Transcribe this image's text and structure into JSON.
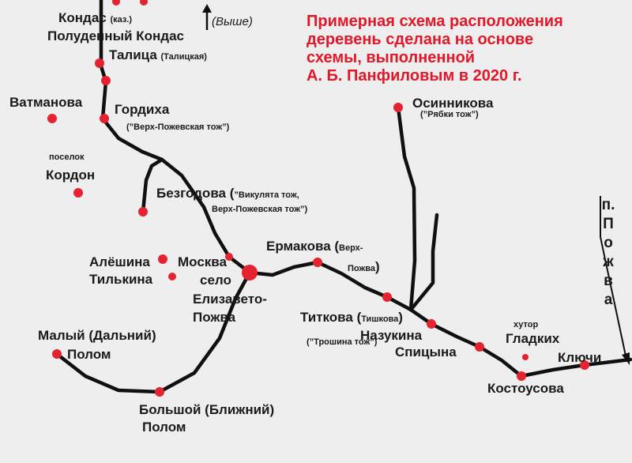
{
  "title": {
    "lines": [
      "Примерная схема расположения",
      "деревень сделана на основе",
      "схемы, выполненной",
      "А. Б. Панфиловым в 2020 г."
    ]
  },
  "north_indicator": {
    "text": "(Выше)",
    "icon": "north-arrow-icon"
  },
  "river": {
    "letters": [
      "п.",
      "П",
      "о",
      "ж",
      "в",
      "а"
    ],
    "icon": "river-arrow-icon"
  },
  "colors": {
    "title": "#e0182a",
    "dot": "#e52330",
    "road": "#101010"
  },
  "labels": {
    "kondas": "Кондас",
    "kondas_note": "(каз.)",
    "poludenny": "Полуденный Кондас",
    "talitsa": "Талица",
    "talitsa_note": "(Талицкая)",
    "vatmanova": "Ватманова",
    "gordikha": "Гордиха",
    "gordikha_note": "(”Верх-Пожевская тож”)",
    "poselok": "поселок",
    "kordon": "Кордон",
    "bezgodova": "Безгодова (",
    "bezgodova_note1": "”Викулята тож,",
    "bezgodova_note2": "Верх-Пожевская тож”)",
    "osinnikova": "Осинникова",
    "osinnikova_note": "(”Рябки тож”)",
    "alyoshina": "Алёшина",
    "tilkina": "Тилькина",
    "moskva": "Москва",
    "selo": "село",
    "elizaveto": "Елизавето-",
    "pozhva": "Пожва",
    "ermakova": "Ермакова (",
    "ermakova_note1": "Верх-",
    "ermakova_note2": "Пожва",
    "ermakova_close": ")",
    "titkova": "Титкова (",
    "titkova_note": "Тишкова",
    "titkova_close": ")",
    "troshina_note": "(”Трошина тож”)",
    "nazukina": "Назукина",
    "spitsyna": "Спицына",
    "malyi": "Малый (Дальний)",
    "malyi_polom": "Полом",
    "bolshoi": "Большой (Ближний)",
    "bolshoi_polom": "Полом",
    "khutor": "хутор",
    "gladkikh": "Гладких",
    "klyuchi": "Ключи",
    "kostousova": "Костоусова"
  }
}
